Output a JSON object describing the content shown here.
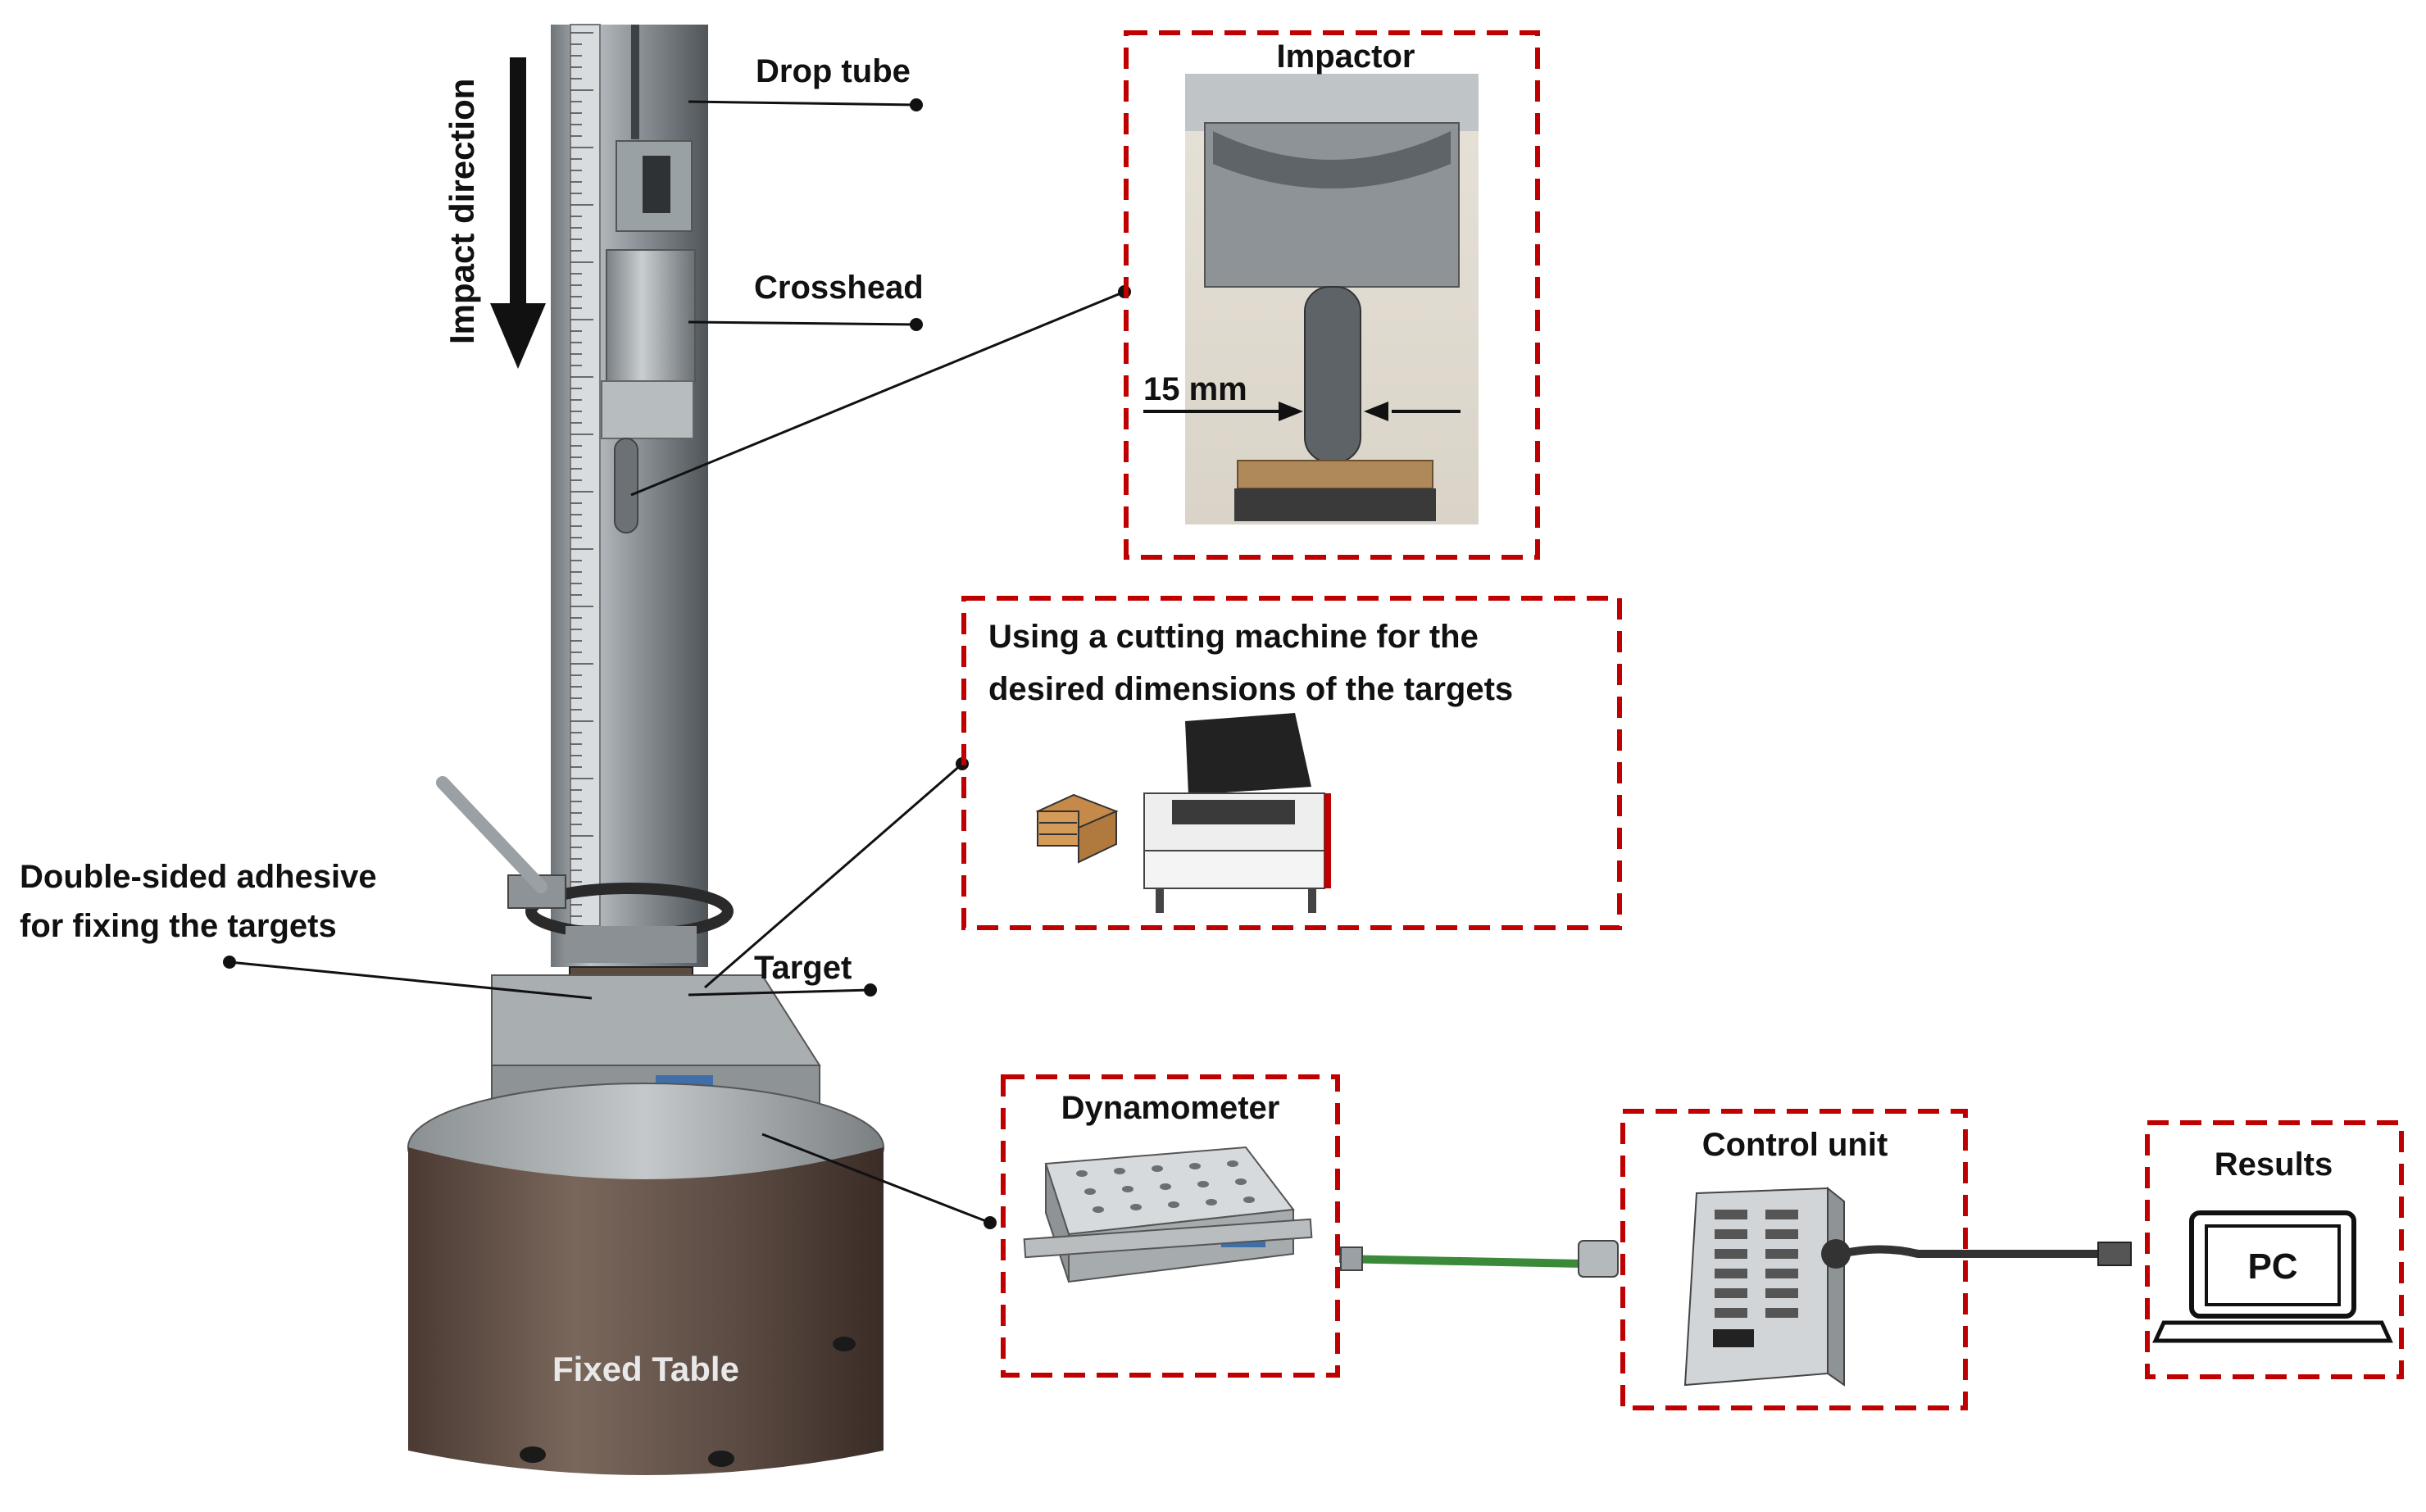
{
  "labels": {
    "drop_tube": "Drop tube",
    "crosshead": "Crosshead",
    "impact_direction": "Impact direction",
    "impactor": "Impactor",
    "diameter": "15 mm",
    "cutting_line1": "Using a cutting machine for the",
    "cutting_line2": "desired dimensions of the targets",
    "adhesive_line1": "Double-sided adhesive",
    "adhesive_line2": "for fixing the targets",
    "target": "Target",
    "fixed_table": "Fixed Table",
    "dynamometer": "Dynamometer",
    "control_unit": "Control unit",
    "results": "Results",
    "pc": "PC"
  },
  "colors": {
    "box_border": "#c00000",
    "cable_green": "#3a8a3a",
    "cable_dark": "#333333",
    "callout_line": "#111111"
  }
}
